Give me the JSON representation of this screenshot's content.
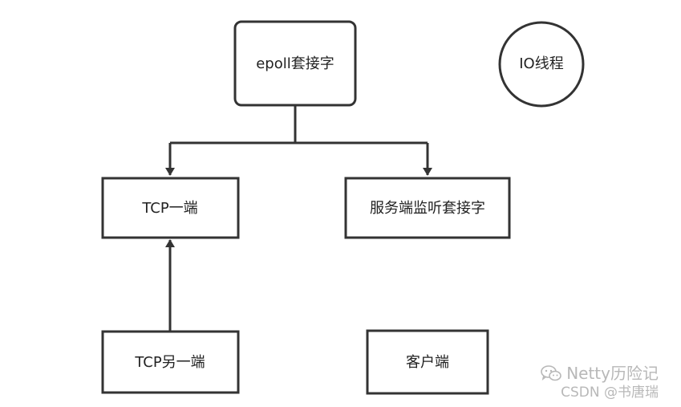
{
  "diagram": {
    "nodes": [
      {
        "id": "epoll",
        "label": "epoll套接字"
      },
      {
        "id": "io_thread",
        "label": "IO线程"
      },
      {
        "id": "tcp_end",
        "label": "TCP一端"
      },
      {
        "id": "server_listen",
        "label": "服务端监听套接字"
      },
      {
        "id": "tcp_other_end",
        "label": "TCP另一端"
      },
      {
        "id": "client",
        "label": "客户端"
      }
    ],
    "edges": [
      {
        "from": "epoll",
        "to": "tcp_end"
      },
      {
        "from": "epoll",
        "to": "server_listen"
      },
      {
        "from": "tcp_other_end",
        "to": "tcp_end"
      }
    ]
  },
  "watermark": {
    "line1": "Netty历险记",
    "line2": "CSDN @书唐瑞",
    "icon": "wechat-icon"
  },
  "colors": {
    "stroke": "#333333",
    "text": "#222222",
    "watermark": "#b8b8b8"
  }
}
